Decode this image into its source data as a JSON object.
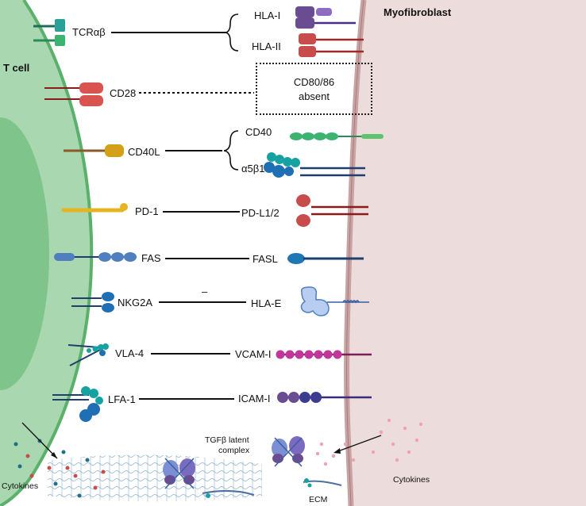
{
  "cells": {
    "t_cell": "T cell",
    "myofibroblast": "Myofibroblast"
  },
  "receptors": {
    "tcr": "TCRαβ",
    "cd28": "CD28",
    "cd40l": "CD40L",
    "pd1": "PD-1",
    "fas": "FAS",
    "nkg2a": "NKG2A",
    "vla4": "VLA-4",
    "lfa1": "LFA-1"
  },
  "ligands": {
    "hla1": "HLA-I",
    "hla2": "HLA-II",
    "cd80_86_line1": "CD80/86",
    "cd80_86_line2": "absent",
    "cd40": "CD40",
    "a5b1": "α5β1",
    "pdl1": "PD-L1/2",
    "fasl": "FASL",
    "hlae": "HLA-E",
    "vcam": "VCAM-I",
    "icam": "ICAM-I"
  },
  "nkg2a_sign": "–",
  "bottom": {
    "cytokines_left": "Cytokines",
    "cytokines_right": "Cytokines",
    "tgf_line1": "TGFβ latent",
    "tgf_line2": "complex",
    "ecm": "ECM"
  },
  "colors": {
    "tcell_outer": "#a9d8b0",
    "tcell_inner": "#7fc48a",
    "tcell_membrane": "#5bb06c",
    "fibro_fill": "#ecdcdc",
    "fibro_membrane": "#c9a3a3"
  }
}
